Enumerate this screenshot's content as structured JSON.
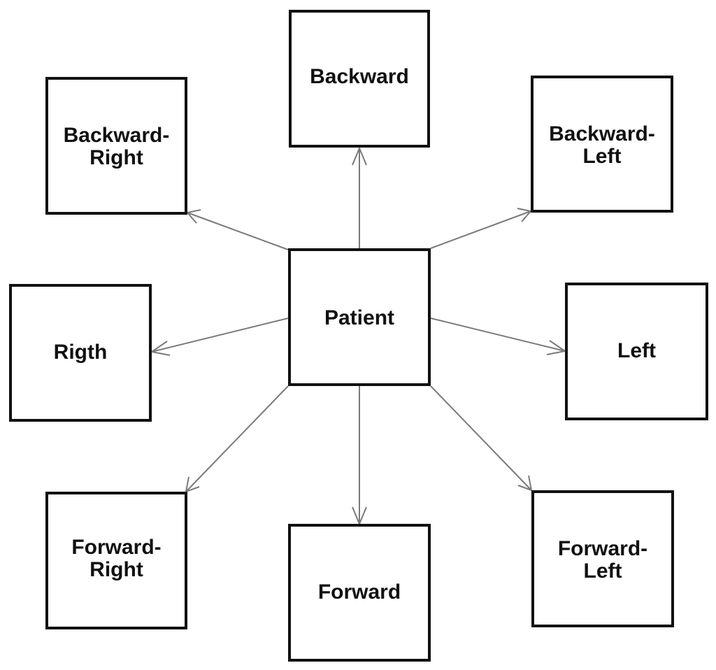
{
  "diagram": {
    "nodes": {
      "backward": "Backward",
      "backward_right": "Backward-\nRight",
      "backward_left": "Backward-\nLeft",
      "patient": "Patient",
      "right": "Rigth",
      "left": "Left",
      "forward_right": "Forward-\nRight",
      "forward": "Forward",
      "forward_left": "Forward-\nLeft"
    },
    "edges": [
      {
        "from": "patient",
        "to": "backward"
      },
      {
        "from": "patient",
        "to": "backward_right"
      },
      {
        "from": "patient",
        "to": "backward_left"
      },
      {
        "from": "patient",
        "to": "right"
      },
      {
        "from": "patient",
        "to": "left"
      },
      {
        "from": "patient",
        "to": "forward_right"
      },
      {
        "from": "patient",
        "to": "forward"
      },
      {
        "from": "patient",
        "to": "forward_left"
      }
    ],
    "colors": {
      "box_border": "#111111",
      "arrow": "#7a7a7a",
      "background": "#ffffff"
    }
  }
}
